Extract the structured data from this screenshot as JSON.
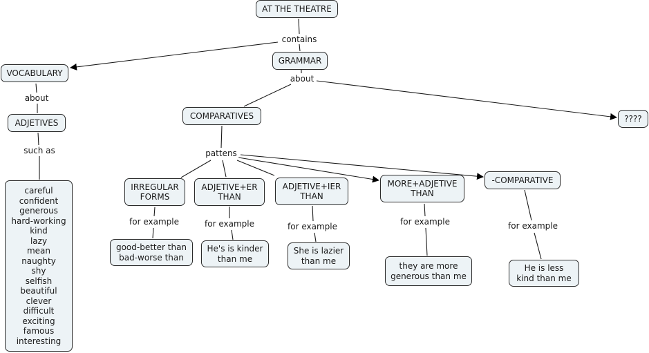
{
  "nodes": {
    "at_the_theatre": {
      "lines": [
        "AT THE THEATRE"
      ]
    },
    "grammar": {
      "lines": [
        "GRAMMAR"
      ]
    },
    "vocabulary": {
      "lines": [
        "VOCABULARY"
      ]
    },
    "adjetives": {
      "lines": [
        "ADJETIVES"
      ]
    },
    "adjective_list": {
      "lines": [
        "careful",
        "confident",
        "generous",
        "hard-working",
        "kind",
        "lazy",
        "mean",
        "naughty",
        "shy",
        "selfish",
        "beautiful",
        "clever",
        "difficult",
        "exciting",
        "famous",
        "interesting"
      ]
    },
    "comparatives": {
      "lines": [
        "COMPARATIVES"
      ]
    },
    "unknown": {
      "lines": [
        "????"
      ]
    },
    "irregular_forms": {
      "lines": [
        "IRREGULAR",
        "FORMS"
      ]
    },
    "adjective_er_than": {
      "lines": [
        "ADJETIVE+ER",
        "THAN"
      ]
    },
    "adjective_ier_than": {
      "lines": [
        "ADJETIVE+IER",
        "THAN"
      ]
    },
    "more_adjective_than": {
      "lines": [
        "MORE+ADJETIVE",
        "THAN"
      ]
    },
    "minus_comparative": {
      "lines": [
        "-COMPARATIVE"
      ]
    },
    "example_irregular": {
      "lines": [
        "good-better than",
        "bad-worse than"
      ]
    },
    "example_er": {
      "lines": [
        "He's is kinder",
        "than me"
      ]
    },
    "example_ier": {
      "lines": [
        "She is lazier",
        "than me"
      ]
    },
    "example_more": {
      "lines": [
        "they are more",
        "generous than me"
      ]
    },
    "example_less": {
      "lines": [
        "He is less",
        "kind than me"
      ]
    }
  },
  "link_labels": {
    "contains": "contains",
    "grammar_about": "about",
    "vocabulary_about": "about",
    "such_as": "such as",
    "pattens": "pattens",
    "fe_irregular": "for example",
    "fe_er": "for example",
    "fe_ier": "for example",
    "fe_more": "for example",
    "fe_less": "for example"
  }
}
